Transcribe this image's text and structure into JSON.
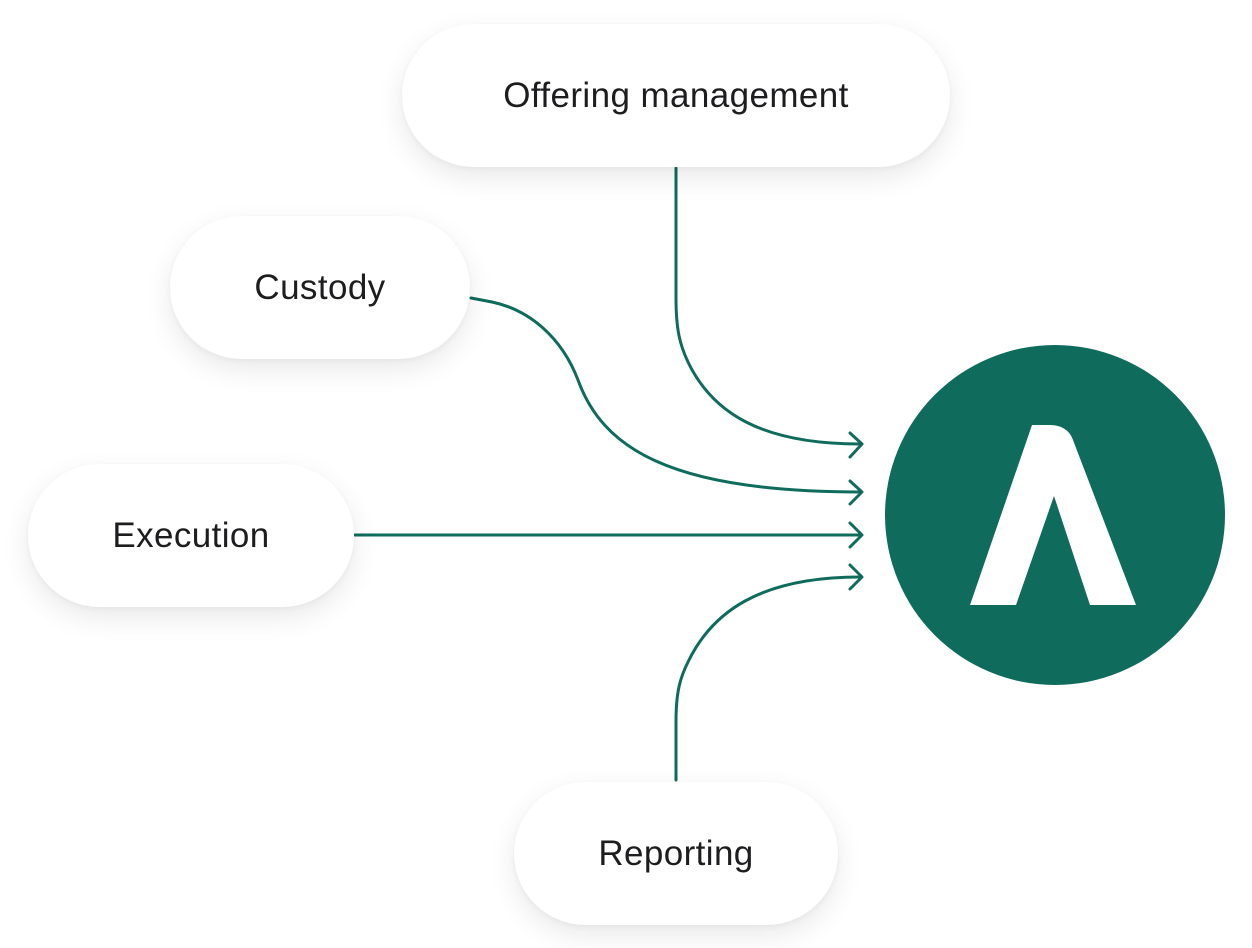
{
  "diagram": {
    "sources": [
      {
        "id": "offering",
        "label": "Offering management"
      },
      {
        "id": "custody",
        "label": "Custody"
      },
      {
        "id": "execution",
        "label": "Execution"
      },
      {
        "id": "reporting",
        "label": "Reporting"
      }
    ],
    "hub": {
      "icon": "lambda-logo-icon",
      "color": "#0f6b5c",
      "logo_color": "#ffffff"
    },
    "connector_color": "#0f6b5c"
  }
}
